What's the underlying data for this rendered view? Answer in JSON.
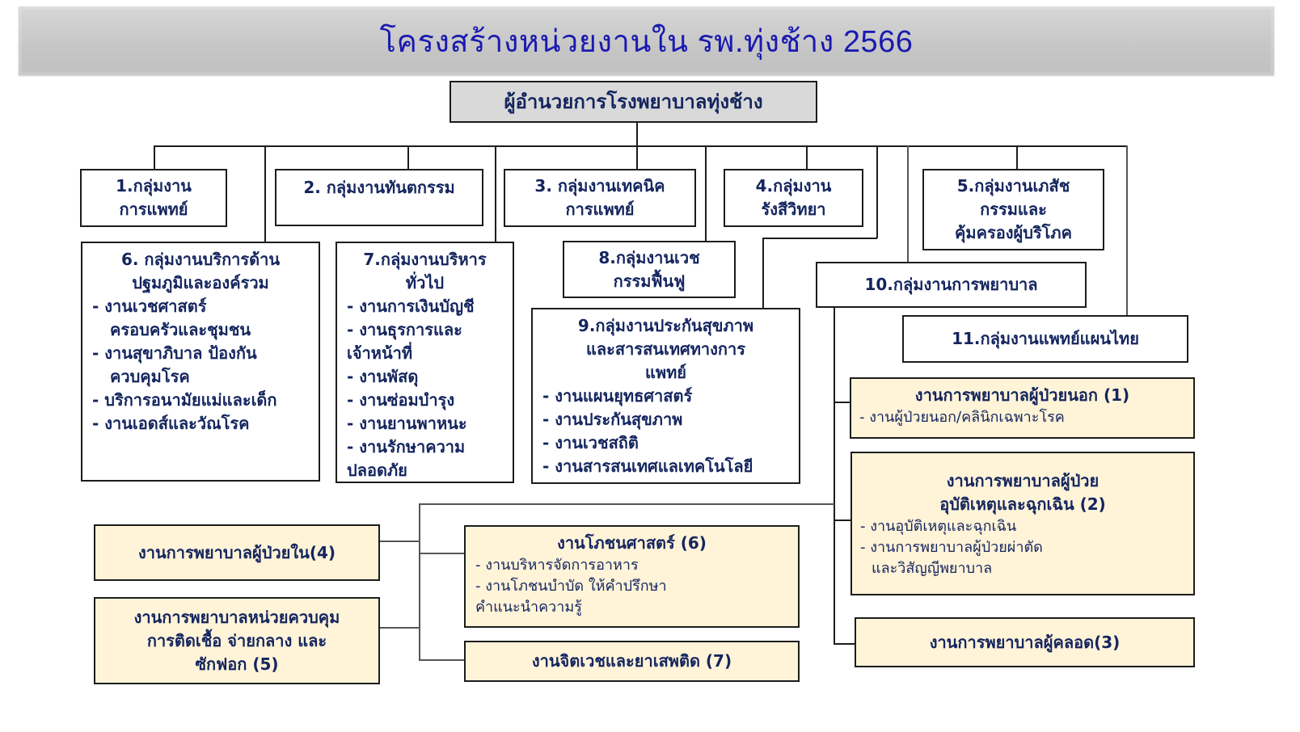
{
  "title": "โครงสร้างหน่วยงานใน รพ.ทุ่งช้าง 2566",
  "director": "ผู้อำนวยการโรงพยาบาลทุ่งช้าง",
  "colors": {
    "title_text": "#1a1ab0",
    "box_text": "#14255e",
    "title_bar_bg": "#c8c8c8",
    "director_bg": "#d9d9d9",
    "sub_unit_bg": "#fff3d8",
    "border": "#1c1c1c"
  },
  "groups": [
    {
      "id": 1,
      "lines": [
        "1.กลุ่มงาน",
        "การแพทย์"
      ]
    },
    {
      "id": 2,
      "lines": [
        "2. กลุ่มงานทันตกรรม"
      ]
    },
    {
      "id": 3,
      "lines": [
        "3. กลุ่มงานเทคนิค",
        "การแพทย์"
      ]
    },
    {
      "id": 4,
      "lines": [
        "4.กลุ่มงาน",
        "รังสีวิทยา"
      ]
    },
    {
      "id": 5,
      "lines": [
        "5.กลุ่มงานเภสัช",
        "กรรมและ",
        "คุ้มครองผู้บริโภค"
      ]
    },
    {
      "id": 6,
      "lines": [
        "6. กลุ่มงานบริการด้าน",
        "ปฐมภูมิและองค์รวม"
      ],
      "items": [
        "- งานเวชศาสตร์",
        "   ครอบครัวและชุมชน",
        "- งานสุขาภิบาล ป้องกัน",
        "   ควบคุมโรค",
        "- บริการอนามัยแม่และเด็ก",
        "- งานเอดส์และวัณโรค"
      ]
    },
    {
      "id": 7,
      "lines": [
        "7.กลุ่มงานบริหาร",
        "ทั่วไป"
      ],
      "items": [
        "- งานการเงินบัญชี",
        "- งานธุรการและ",
        "เจ้าหน้าที่",
        "- งานพัสดุ",
        "- งานซ่อมบำรุง",
        "- งานยานพาหนะ",
        "- งานรักษาความ",
        "ปลอดภัย"
      ]
    },
    {
      "id": 8,
      "lines": [
        "8.กลุ่มงานเวช",
        "กรรมฟื้นฟู"
      ]
    },
    {
      "id": 9,
      "lines": [
        "9.กลุ่มงานประกันสุขภาพ",
        "และสารสนเทศทางการ",
        "แพทย์"
      ],
      "items": [
        "- งานแผนยุทธศาสตร์",
        "- งานประกันสุขภาพ",
        "- งานเวชสถิติ",
        "- งานสารสนเทศแลเทคโนโลยี"
      ]
    },
    {
      "id": 10,
      "lines": [
        "10.กลุ่มงานการพยาบาล"
      ]
    },
    {
      "id": 11,
      "lines": [
        "11.กลุ่มงานแพทย์แผนไทย"
      ]
    }
  ],
  "nursing_units": [
    {
      "no": 1,
      "lines": [
        "งานการพยาบาลผู้ป่วยนอก (1)"
      ],
      "items": [
        "- งานผู้ป่วยนอก/คลินิกเฉพาะโรค"
      ]
    },
    {
      "no": 2,
      "lines": [
        "งานการพยาบาลผู้ป่วย",
        "อุบัติเหตุและฉุกเฉิน (2)"
      ],
      "items": [
        "- งานอุบัติเหตุและฉุกเฉิน",
        "- งานการพยาบาลผู้ป่วยผ่าตัด",
        "  และวิสัญญีพยาบาล"
      ]
    },
    {
      "no": 3,
      "lines": [
        "งานการพยาบาลผู้คลอด(3)"
      ]
    },
    {
      "no": 4,
      "lines": [
        "งานการพยาบาลผู้ป่วยใน(4)"
      ]
    },
    {
      "no": 5,
      "lines": [
        "งานการพยาบาลหน่วยควบคุม",
        "การติดเชื้อ จ่ายกลาง และ",
        "ซักฟอก (5)"
      ]
    },
    {
      "no": 6,
      "lines": [
        "งานโภชนศาสตร์ (6)"
      ],
      "items": [
        "- งานบริหารจัดการอาหาร",
        "- งานโภชนบำบัด ให้คำปรึกษา",
        "คำแนะนำความรู้"
      ]
    },
    {
      "no": 7,
      "lines": [
        "งานจิตเวชและยาเสพติด (7)"
      ]
    }
  ]
}
